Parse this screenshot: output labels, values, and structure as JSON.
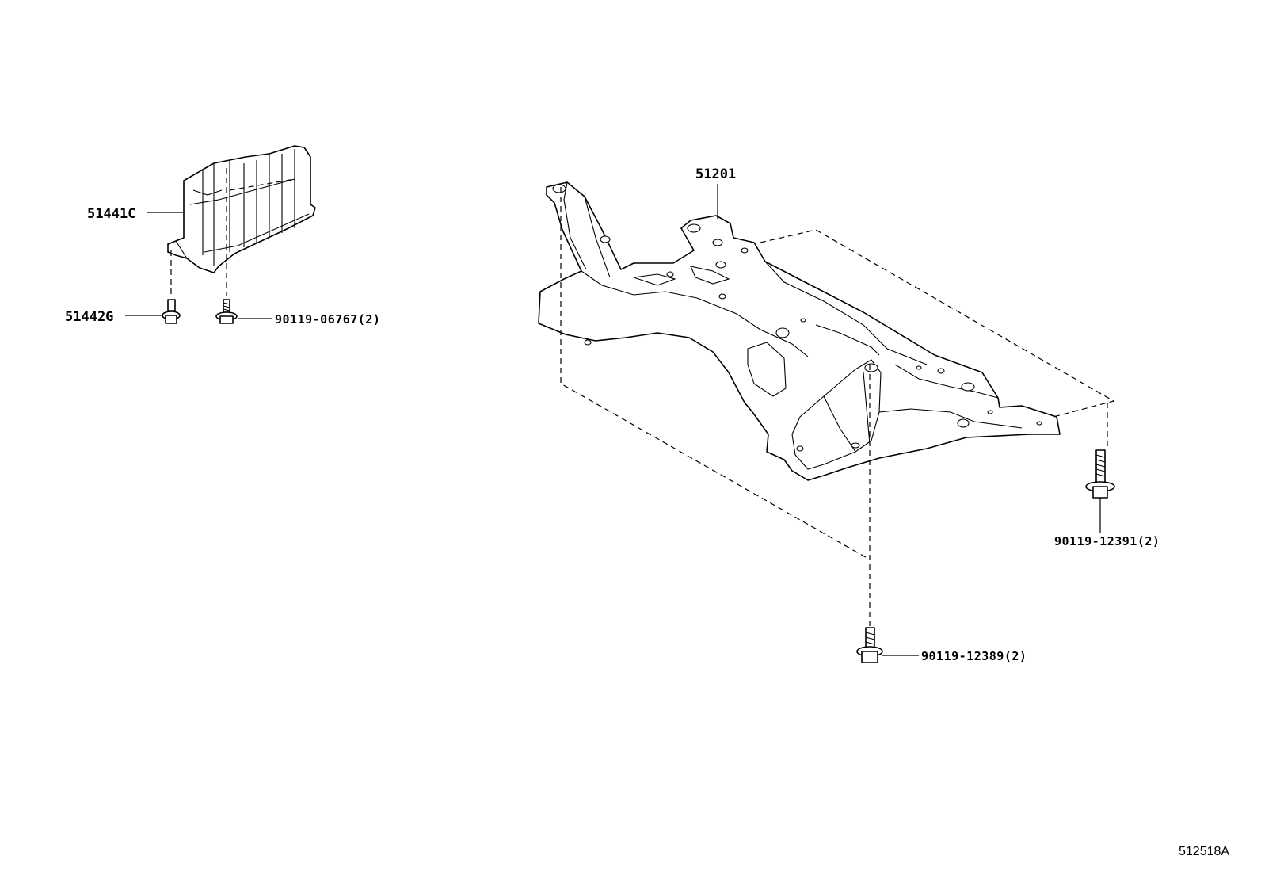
{
  "labels": {
    "part_51441C": "51441C",
    "part_51442G": "51442G",
    "part_90119_06767": "90119-06767(2)",
    "part_51201": "51201",
    "part_90119_12391": "90119-12391(2)",
    "part_90119_12389": "90119-12389(2)"
  },
  "diagram_ref": "512518A"
}
